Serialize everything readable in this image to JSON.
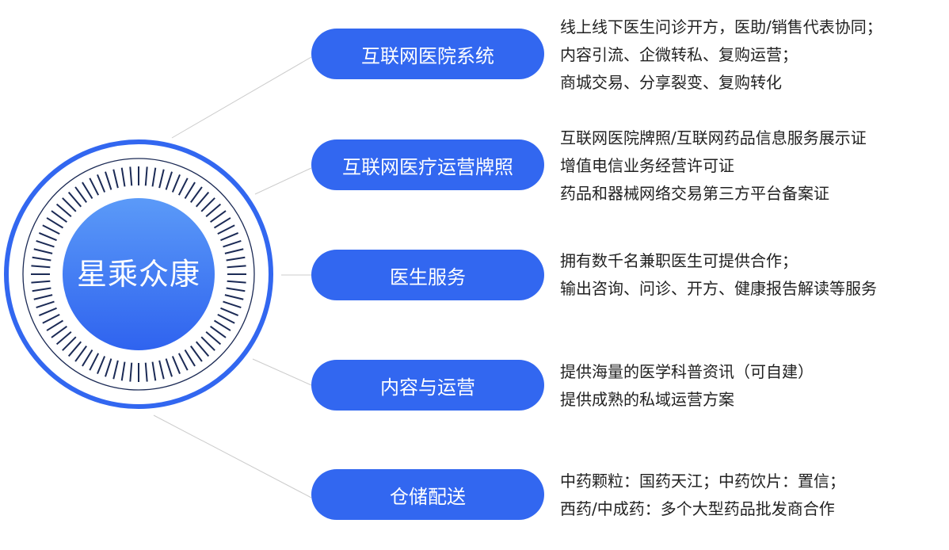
{
  "colors": {
    "brand": "#3267f0",
    "ring_dark": "#1b2a55",
    "connector": "#cccccc",
    "text": "#222222"
  },
  "center": {
    "title": "星乘众康"
  },
  "branches": [
    {
      "label": "互联网医院系统",
      "lines": [
        "线上线下医生问诊开方，医助/销售代表协同；",
        "内容引流、企微转私、复购运营；",
        "商城交易、分享裂变、复购转化"
      ]
    },
    {
      "label": "互联网医疗运营牌照",
      "lines": [
        "互联网医院牌照/互联网药品信息服务展示证",
        "增值电信业务经营许可证",
        "药品和器械网络交易第三方平台备案证"
      ]
    },
    {
      "label": "医生服务",
      "lines": [
        "拥有数千名兼职医生可提供合作；",
        "输出咨询、问诊、开方、健康报告解读等服务"
      ]
    },
    {
      "label": "内容与运营",
      "lines": [
        "提供海量的医学科普资讯（可自建）",
        "提供成熟的私域运营方案"
      ]
    },
    {
      "label": "仓储配送",
      "lines": [
        "中药颗粒：国药天江；中药饮片：置信；",
        "西药/中成药：多个大型药品批发商合作"
      ]
    }
  ]
}
